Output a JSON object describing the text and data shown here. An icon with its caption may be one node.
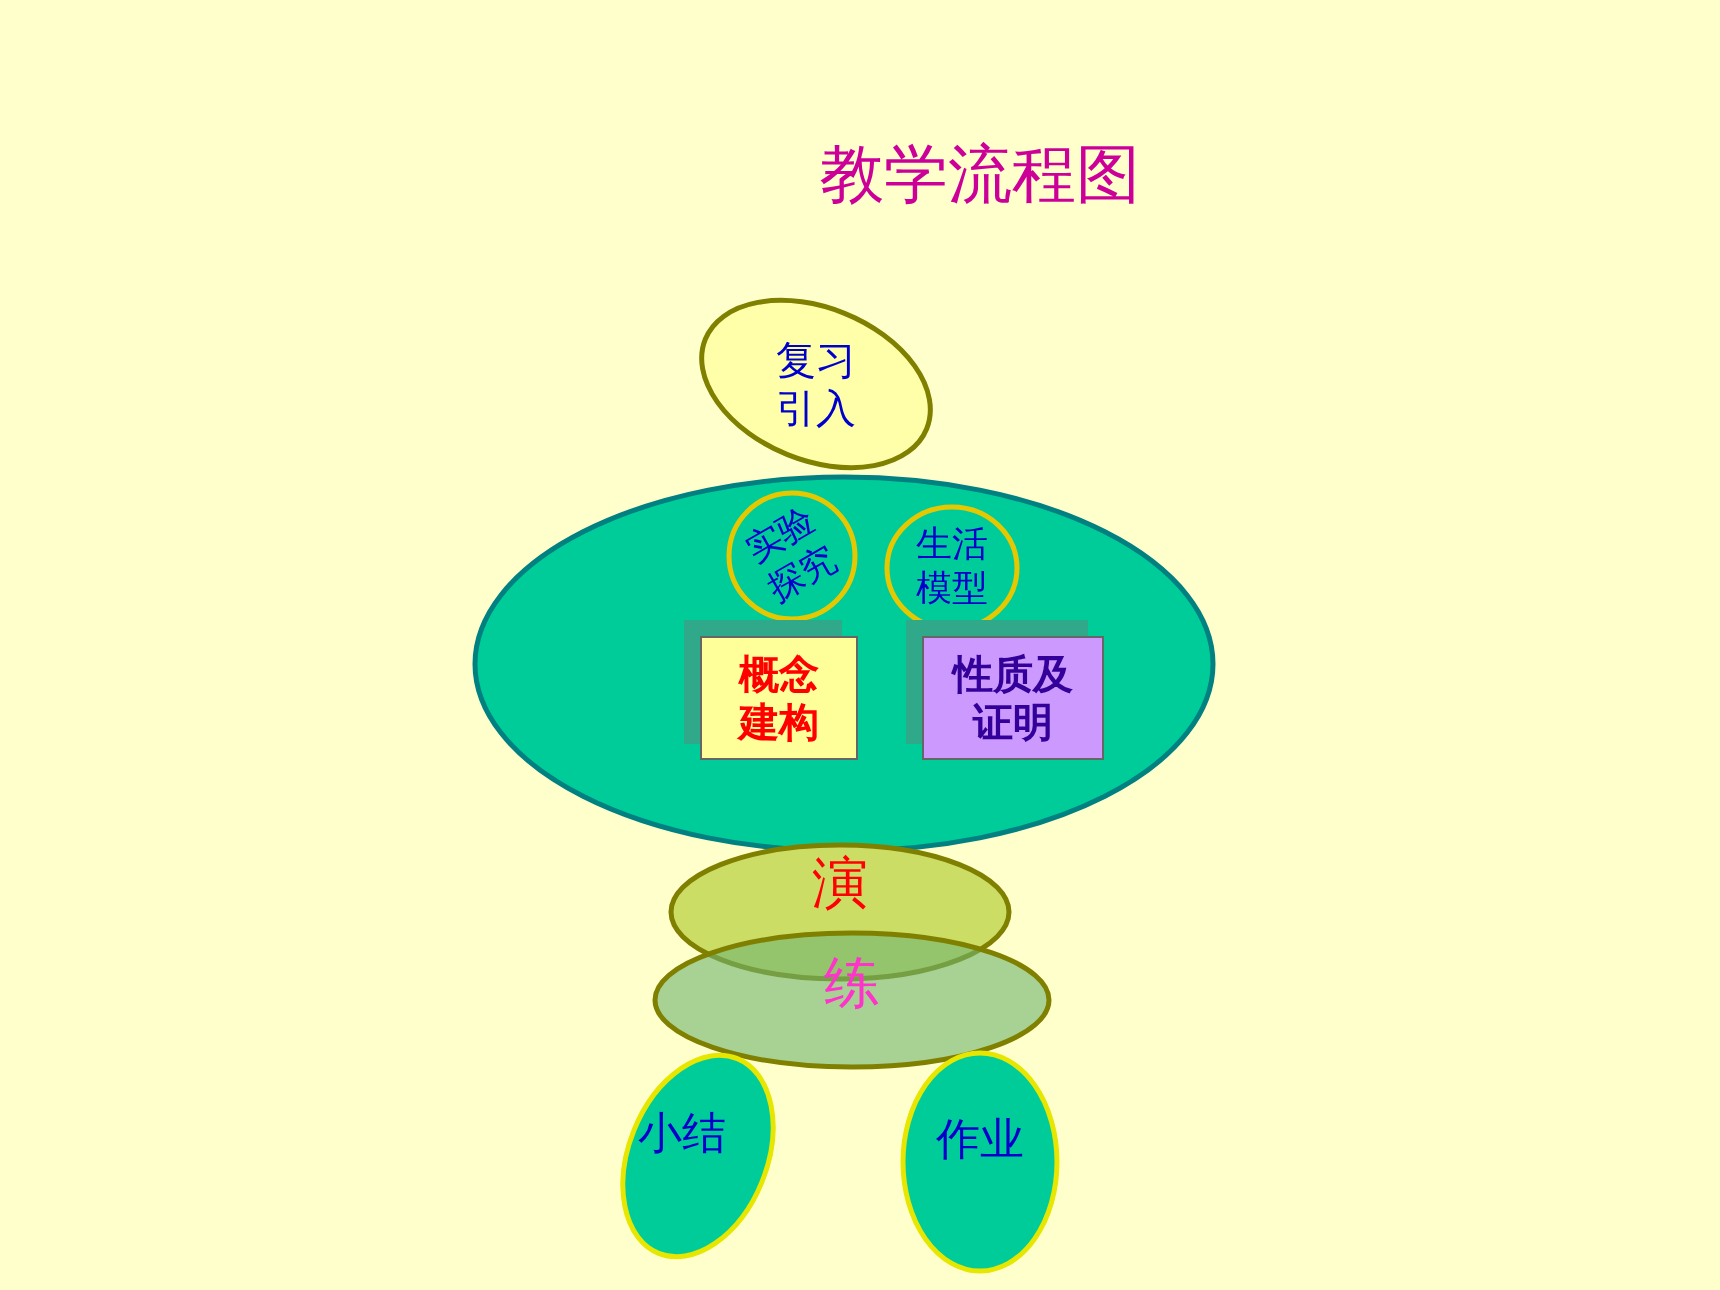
{
  "diagram": {
    "title": "教学流程图",
    "nodes": [
      {
        "text": [
          "复习引入"
        ]
      },
      {
        "text": [],
        "shape": "ellipse"
      },
      {
        "text": [
          "实验探究"
        ],
        "in": 1
      },
      {
        "text": [
          "生活模型"
        ],
        "in": 1
      },
      {
        "text": [
          "概念建构"
        ],
        "in": 1
      },
      {
        "text": [
          "性质及证明"
        ],
        "in": 1
      },
      {
        "text": [
          "演"
        ]
      },
      {
        "text": [
          "练"
        ]
      },
      {
        "text": [
          "小结"
        ]
      },
      {
        "text": [
          "作业"
        ]
      }
    ],
    "edges": []
  }
}
